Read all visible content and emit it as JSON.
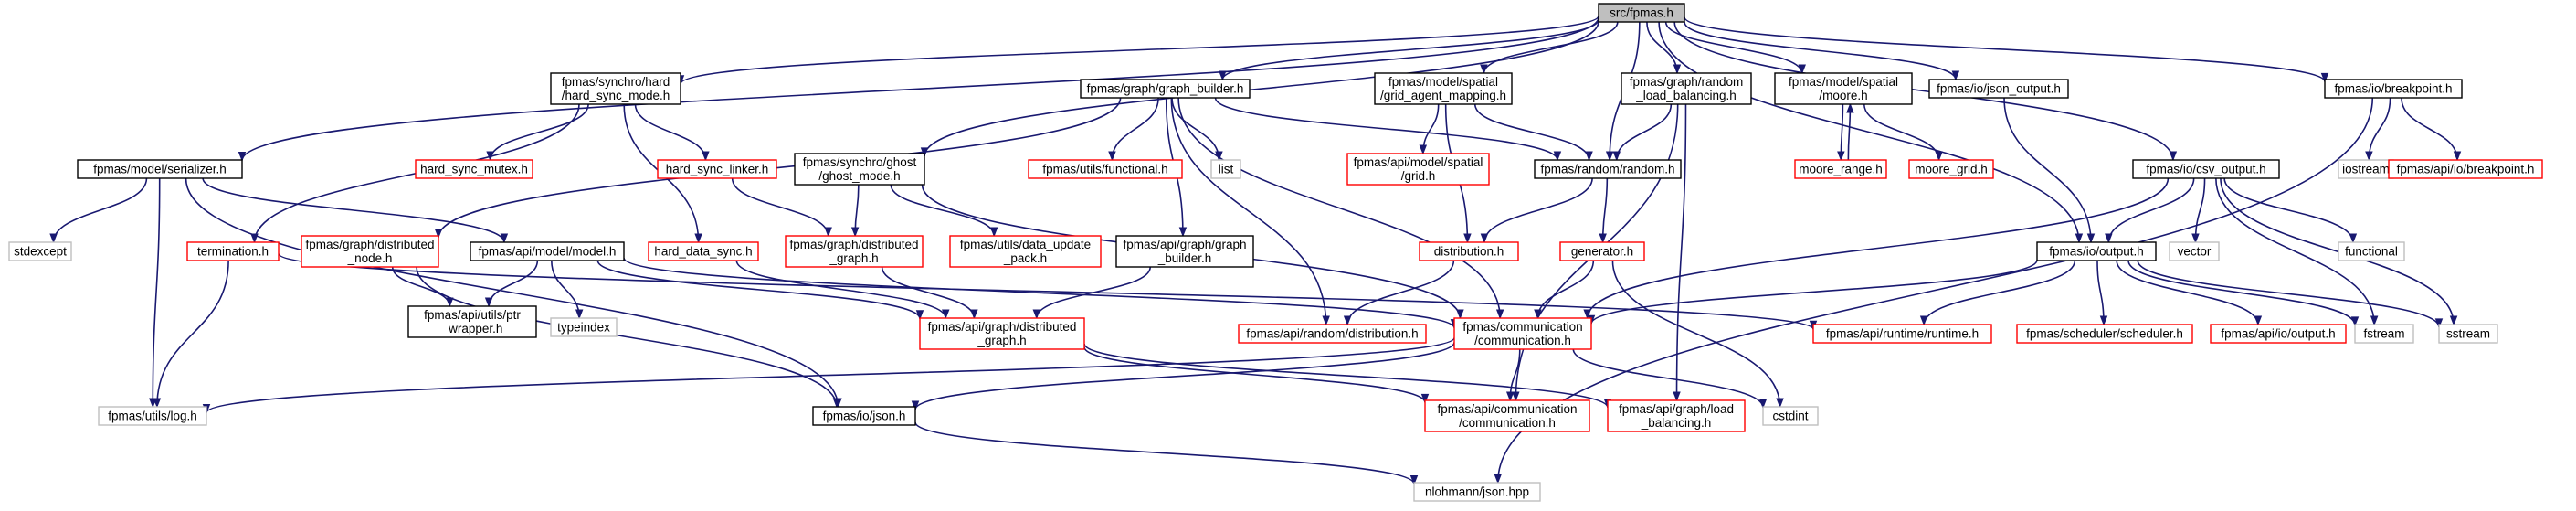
{
  "colors": {
    "root_fill": "#bfbfbf",
    "normal_border": "#000000",
    "missing_border": "#ff0000",
    "system_border": "#bfbfbf",
    "edge": "#191970"
  },
  "nodes": [
    {
      "id": "root",
      "lines": [
        "src/fpmas.h"
      ],
      "kind": "root"
    },
    {
      "id": "hard_sync_mode",
      "lines": [
        "fpmas/synchro/hard",
        "/hard_sync_mode.h"
      ],
      "kind": "normal"
    },
    {
      "id": "graph_builder",
      "lines": [
        "fpmas/graph/graph_builder.h"
      ],
      "kind": "normal"
    },
    {
      "id": "grid_agent_mapping",
      "lines": [
        "fpmas/model/spatial",
        "/grid_agent_mapping.h"
      ],
      "kind": "normal"
    },
    {
      "id": "random_load_balancing",
      "lines": [
        "fpmas/graph/random",
        "_load_balancing.h"
      ],
      "kind": "normal"
    },
    {
      "id": "moore",
      "lines": [
        "fpmas/model/spatial",
        "/moore.h"
      ],
      "kind": "normal"
    },
    {
      "id": "json_output",
      "lines": [
        "fpmas/io/json_output.h"
      ],
      "kind": "normal"
    },
    {
      "id": "breakpoint",
      "lines": [
        "fpmas/io/breakpoint.h"
      ],
      "kind": "normal"
    },
    {
      "id": "serializer",
      "lines": [
        "fpmas/model/serializer.h"
      ],
      "kind": "normal"
    },
    {
      "id": "hard_sync_mutex",
      "lines": [
        "hard_sync_mutex.h"
      ],
      "kind": "missing"
    },
    {
      "id": "hard_sync_linker",
      "lines": [
        "hard_sync_linker.h"
      ],
      "kind": "missing"
    },
    {
      "id": "ghost_mode",
      "lines": [
        "fpmas/synchro/ghost",
        "/ghost_mode.h"
      ],
      "kind": "normal"
    },
    {
      "id": "utils_functional",
      "lines": [
        "fpmas/utils/functional.h"
      ],
      "kind": "missing"
    },
    {
      "id": "list",
      "lines": [
        "list"
      ],
      "kind": "system"
    },
    {
      "id": "api_spatial_grid",
      "lines": [
        "fpmas/api/model/spatial",
        "/grid.h"
      ],
      "kind": "missing"
    },
    {
      "id": "random",
      "lines": [
        "fpmas/random/random.h"
      ],
      "kind": "normal"
    },
    {
      "id": "moore_range",
      "lines": [
        "moore_range.h"
      ],
      "kind": "missing"
    },
    {
      "id": "moore_grid",
      "lines": [
        "moore_grid.h"
      ],
      "kind": "missing"
    },
    {
      "id": "csv_output",
      "lines": [
        "fpmas/io/csv_output.h"
      ],
      "kind": "normal"
    },
    {
      "id": "iostream",
      "lines": [
        "iostream"
      ],
      "kind": "system"
    },
    {
      "id": "api_breakpoint",
      "lines": [
        "fpmas/api/io/breakpoint.h"
      ],
      "kind": "missing"
    },
    {
      "id": "stdexcept",
      "lines": [
        "stdexcept"
      ],
      "kind": "system"
    },
    {
      "id": "termination",
      "lines": [
        "termination.h"
      ],
      "kind": "missing"
    },
    {
      "id": "distributed_node",
      "lines": [
        "fpmas/graph/distributed",
        "_node.h"
      ],
      "kind": "missing"
    },
    {
      "id": "api_model",
      "lines": [
        "fpmas/api/model/model.h"
      ],
      "kind": "normal"
    },
    {
      "id": "hard_data_sync",
      "lines": [
        "hard_data_sync.h"
      ],
      "kind": "missing"
    },
    {
      "id": "graph_distributed_graph",
      "lines": [
        "fpmas/graph/distributed",
        "_graph.h"
      ],
      "kind": "missing"
    },
    {
      "id": "data_update_pack",
      "lines": [
        "fpmas/utils/data_update",
        "_pack.h"
      ],
      "kind": "missing"
    },
    {
      "id": "api_graph_builder",
      "lines": [
        "fpmas/api/graph/graph",
        "_builder.h"
      ],
      "kind": "normal"
    },
    {
      "id": "distribution",
      "lines": [
        "distribution.h"
      ],
      "kind": "missing"
    },
    {
      "id": "generator",
      "lines": [
        "generator.h"
      ],
      "kind": "missing"
    },
    {
      "id": "vector",
      "lines": [
        "vector"
      ],
      "kind": "system"
    },
    {
      "id": "functional",
      "lines": [
        "functional"
      ],
      "kind": "system"
    },
    {
      "id": "io_output",
      "lines": [
        "fpmas/io/output.h"
      ],
      "kind": "normal"
    },
    {
      "id": "ptr_wrapper",
      "lines": [
        "fpmas/api/utils/ptr",
        "_wrapper.h"
      ],
      "kind": "normal"
    },
    {
      "id": "typeindex",
      "lines": [
        "typeindex"
      ],
      "kind": "system"
    },
    {
      "id": "api_distributed_graph",
      "lines": [
        "fpmas/api/graph/distributed",
        "_graph.h"
      ],
      "kind": "missing"
    },
    {
      "id": "api_random_distribution",
      "lines": [
        "fpmas/api/random/distribution.h"
      ],
      "kind": "missing"
    },
    {
      "id": "communication",
      "lines": [
        "fpmas/communication",
        "/communication.h"
      ],
      "kind": "missing"
    },
    {
      "id": "api_runtime",
      "lines": [
        "fpmas/api/runtime/runtime.h"
      ],
      "kind": "missing"
    },
    {
      "id": "scheduler",
      "lines": [
        "fpmas/scheduler/scheduler.h"
      ],
      "kind": "missing"
    },
    {
      "id": "api_io_output",
      "lines": [
        "fpmas/api/io/output.h"
      ],
      "kind": "missing"
    },
    {
      "id": "fstream",
      "lines": [
        "fstream"
      ],
      "kind": "system"
    },
    {
      "id": "sstream",
      "lines": [
        "sstream"
      ],
      "kind": "system"
    },
    {
      "id": "utils_log",
      "lines": [
        "fpmas/utils/log.h"
      ],
      "kind": "system"
    },
    {
      "id": "io_json",
      "lines": [
        "fpmas/io/json.h"
      ],
      "kind": "normal"
    },
    {
      "id": "api_communication",
      "lines": [
        "fpmas/api/communication",
        "/communication.h"
      ],
      "kind": "missing"
    },
    {
      "id": "api_load_balancing",
      "lines": [
        "fpmas/api/graph/load",
        "_balancing.h"
      ],
      "kind": "missing"
    },
    {
      "id": "cstdint",
      "lines": [
        "cstdint"
      ],
      "kind": "system"
    },
    {
      "id": "nlohmann_json",
      "lines": [
        "nlohmann/json.hpp"
      ],
      "kind": "system"
    }
  ],
  "edges": [
    [
      "root",
      "hard_sync_mode"
    ],
    [
      "root",
      "graph_builder"
    ],
    [
      "root",
      "grid_agent_mapping"
    ],
    [
      "root",
      "random_load_balancing"
    ],
    [
      "root",
      "moore"
    ],
    [
      "root",
      "json_output"
    ],
    [
      "root",
      "breakpoint"
    ],
    [
      "root",
      "serializer"
    ],
    [
      "root",
      "ghost_mode"
    ],
    [
      "root",
      "csv_output"
    ],
    [
      "root",
      "io_output"
    ],
    [
      "root",
      "random"
    ],
    [
      "hard_sync_mode",
      "hard_sync_mutex"
    ],
    [
      "hard_sync_mode",
      "hard_sync_linker"
    ],
    [
      "hard_sync_mode",
      "hard_data_sync"
    ],
    [
      "hard_sync_mode",
      "termination"
    ],
    [
      "graph_builder",
      "utils_functional"
    ],
    [
      "graph_builder",
      "list"
    ],
    [
      "graph_builder",
      "random"
    ],
    [
      "graph_builder",
      "distributed_node"
    ],
    [
      "graph_builder",
      "api_graph_builder"
    ],
    [
      "graph_builder",
      "communication"
    ],
    [
      "graph_builder",
      "api_random_distribution"
    ],
    [
      "grid_agent_mapping",
      "api_spatial_grid"
    ],
    [
      "grid_agent_mapping",
      "random"
    ],
    [
      "grid_agent_mapping",
      "distribution"
    ],
    [
      "random_load_balancing",
      "random"
    ],
    [
      "random_load_balancing",
      "api_load_balancing"
    ],
    [
      "random_load_balancing",
      "api_communication"
    ],
    [
      "moore",
      "moore_range"
    ],
    [
      "moore",
      "moore_grid"
    ],
    [
      "moore_range",
      "moore"
    ],
    [
      "json_output",
      "io_output"
    ],
    [
      "breakpoint",
      "iostream"
    ],
    [
      "breakpoint",
      "api_breakpoint"
    ],
    [
      "breakpoint",
      "nlohmann_json"
    ],
    [
      "serializer",
      "stdexcept"
    ],
    [
      "serializer",
      "api_model"
    ],
    [
      "serializer",
      "utils_log"
    ],
    [
      "serializer",
      "io_json"
    ],
    [
      "hard_sync_linker",
      "graph_distributed_graph"
    ],
    [
      "ghost_mode",
      "graph_distributed_graph"
    ],
    [
      "ghost_mode",
      "data_update_pack"
    ],
    [
      "ghost_mode",
      "communication"
    ],
    [
      "random",
      "distribution"
    ],
    [
      "random",
      "generator"
    ],
    [
      "csv_output",
      "io_output"
    ],
    [
      "csv_output",
      "vector"
    ],
    [
      "csv_output",
      "functional"
    ],
    [
      "csv_output",
      "fstream"
    ],
    [
      "csv_output",
      "sstream"
    ],
    [
      "csv_output",
      "communication"
    ],
    [
      "termination",
      "utils_log"
    ],
    [
      "termination",
      "api_runtime"
    ],
    [
      "distributed_node",
      "ptr_wrapper"
    ],
    [
      "distributed_node",
      "io_json"
    ],
    [
      "api_model",
      "ptr_wrapper"
    ],
    [
      "api_model",
      "typeindex"
    ],
    [
      "api_model",
      "api_distributed_graph"
    ],
    [
      "api_model",
      "communication"
    ],
    [
      "hard_data_sync",
      "api_distributed_graph"
    ],
    [
      "graph_distributed_graph",
      "api_distributed_graph"
    ],
    [
      "api_graph_builder",
      "api_distributed_graph"
    ],
    [
      "distribution",
      "api_random_distribution"
    ],
    [
      "generator",
      "communication"
    ],
    [
      "generator",
      "cstdint"
    ],
    [
      "io_output",
      "communication"
    ],
    [
      "io_output",
      "api_runtime"
    ],
    [
      "io_output",
      "scheduler"
    ],
    [
      "io_output",
      "api_io_output"
    ],
    [
      "io_output",
      "fstream"
    ],
    [
      "io_output",
      "sstream"
    ],
    [
      "api_distributed_graph",
      "api_communication"
    ],
    [
      "api_distributed_graph",
      "api_load_balancing"
    ],
    [
      "communication",
      "api_communication"
    ],
    [
      "communication",
      "cstdint"
    ],
    [
      "communication",
      "io_json"
    ],
    [
      "communication",
      "utils_log"
    ],
    [
      "io_json",
      "nlohmann_json"
    ]
  ]
}
